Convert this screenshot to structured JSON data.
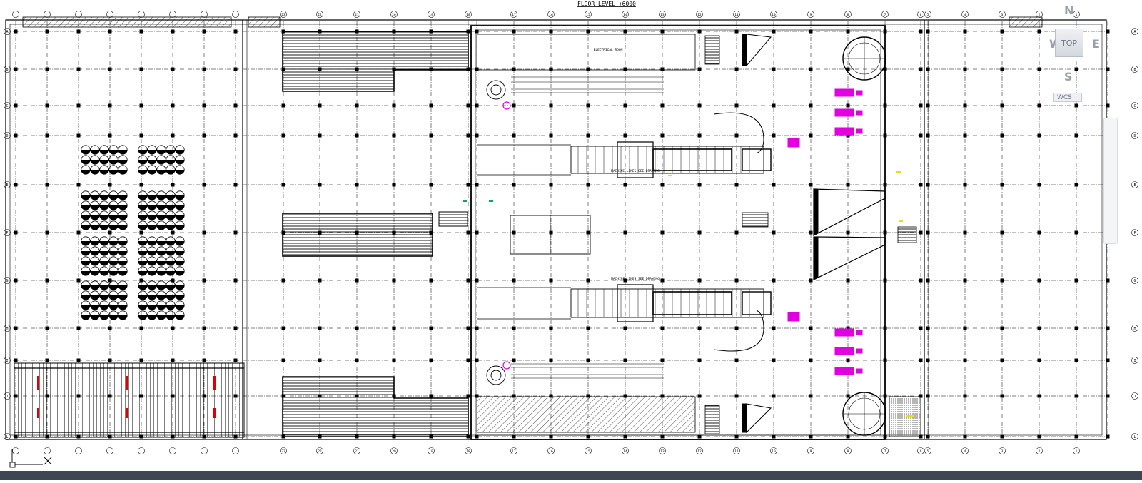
{
  "drawing": {
    "title": "FLOOR LEVEL +6000",
    "col_labels": [
      "23",
      "22",
      "21",
      "20",
      "19",
      "18",
      "17",
      "16",
      "15",
      "14",
      "13",
      "12",
      "11",
      "10",
      "9",
      "8",
      "7",
      "6",
      "5",
      "4",
      "3",
      "2",
      "1"
    ],
    "row_labels": [
      "A",
      "B",
      "C",
      "D",
      "E",
      "F",
      "G",
      "H",
      "I",
      "J",
      "L"
    ],
    "room_labels": [
      "ELECTRICAL ROOM",
      "MACHINE LINES SEE DRAWING"
    ],
    "colors": {
      "line": "#000000",
      "accent_magenta": "#e000e0",
      "accent_red": "#e00000",
      "accent_yellow": "#e8e000",
      "accent_green": "#00b050"
    }
  },
  "viewcube": {
    "north": "N",
    "south": "S",
    "west": "W",
    "east": "E",
    "face": "TOP",
    "ucs": "WCS"
  }
}
